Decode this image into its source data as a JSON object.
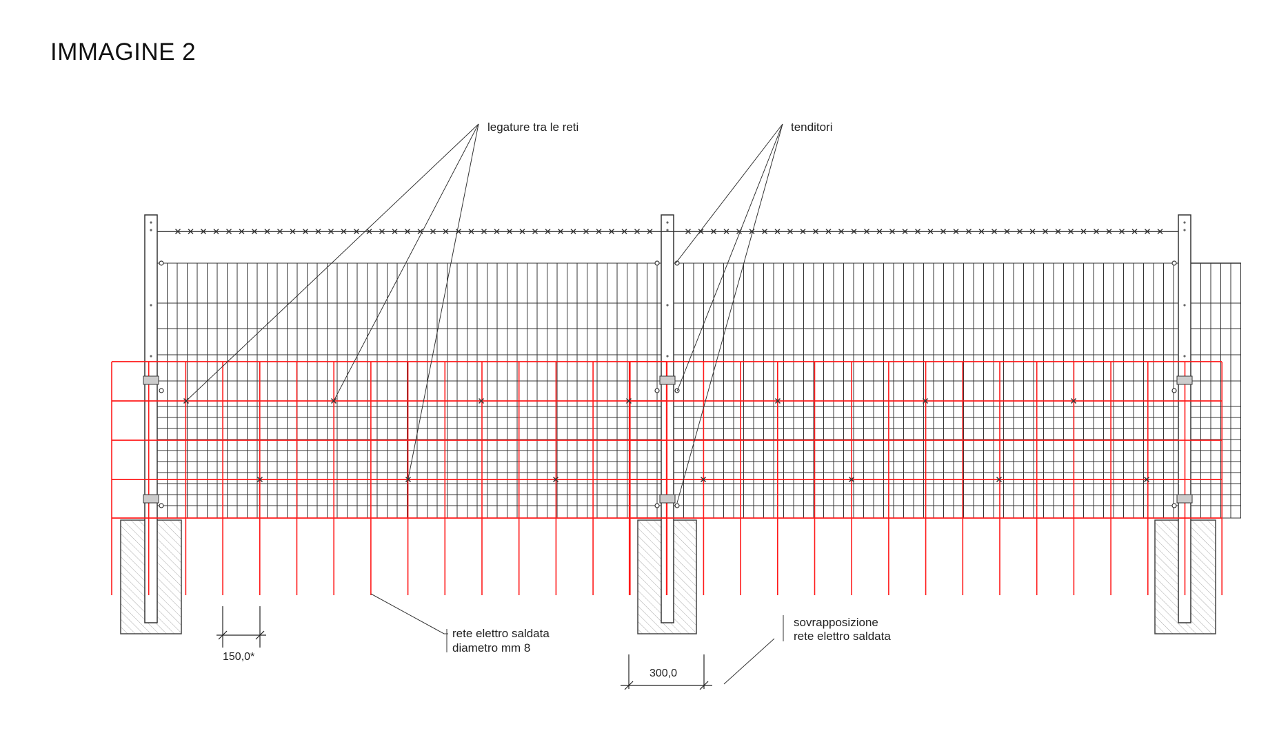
{
  "title": "IMMAGINE 2",
  "labels": {
    "bindings": "legature tra le reti",
    "tensioners": "tenditori",
    "mesh_line1": "rete elettro saldata",
    "mesh_line2": "diametro mm 8",
    "overlap_line1": "sovrapposizione",
    "overlap_line2": "rete elettro saldata",
    "dim_spacing": "150,0*",
    "dim_overlap": "300,0"
  },
  "colors": {
    "ink": "#333333",
    "mesh": "#ff1a1a",
    "hatch": "#999999"
  }
}
